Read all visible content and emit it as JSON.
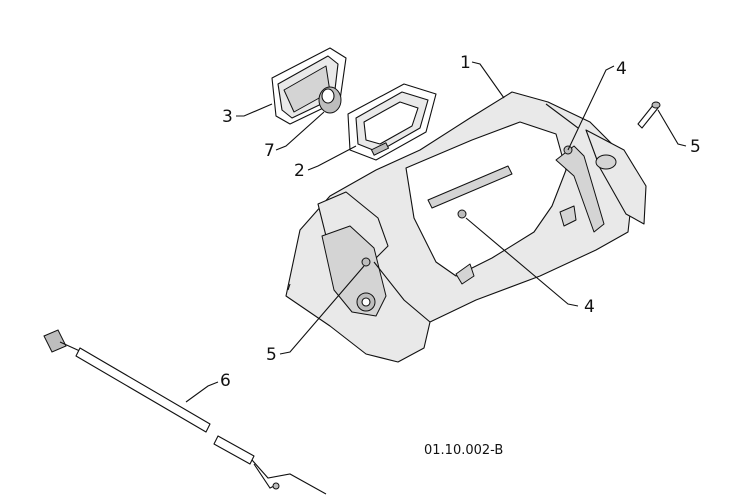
{
  "callouts": [
    {
      "id": "c1",
      "text": "1"
    },
    {
      "id": "c4a",
      "text": "4"
    },
    {
      "id": "c5a",
      "text": "5"
    },
    {
      "id": "c3",
      "text": "3"
    },
    {
      "id": "c7",
      "text": "7"
    },
    {
      "id": "c2",
      "text": "2"
    },
    {
      "id": "c4b",
      "text": "4"
    },
    {
      "id": "c5b",
      "text": "5"
    },
    {
      "id": "c6",
      "text": "6"
    }
  ],
  "drawing_code": "01.10.002-B"
}
